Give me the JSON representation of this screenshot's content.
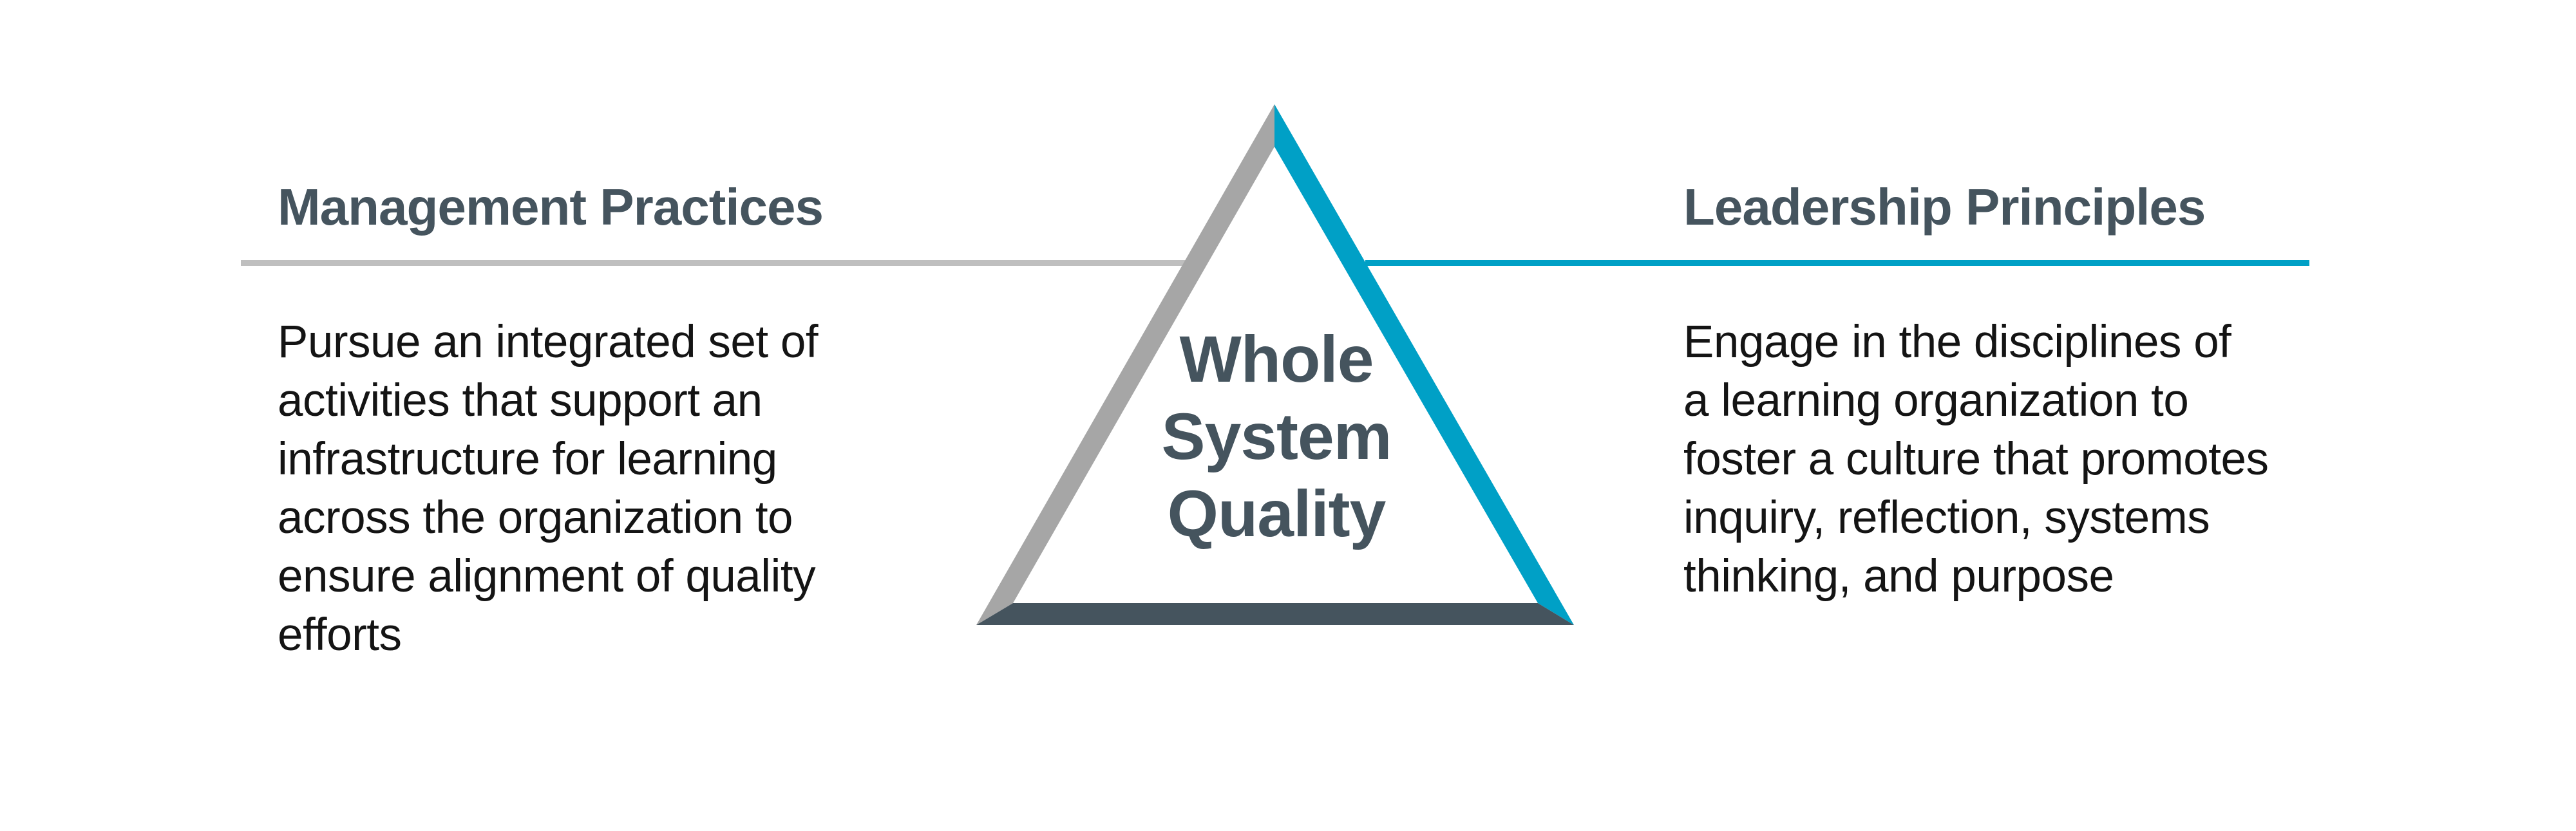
{
  "colors": {
    "left_line": "#bfbfbf",
    "left_side": "#a6a6a6",
    "right_side": "#00a0c6",
    "right_line": "#00a0c6",
    "base": "#45545e",
    "heading": "#45545e",
    "body": "#141414"
  },
  "left": {
    "heading": "Management Practices",
    "lines": [
      "Pursue an integrated set of",
      "activities that support an",
      "infrastructure for learning",
      "across the organization to",
      "ensure alignment of quality",
      "efforts"
    ]
  },
  "center": {
    "lines": [
      "Whole",
      "System",
      "Quality"
    ]
  },
  "right": {
    "heading": "Leadership Principles",
    "lines": [
      "Engage in the disciplines of",
      "a learning organization to",
      "foster a culture that promotes",
      "inquiry, reflection, systems",
      "thinking, and purpose"
    ]
  }
}
